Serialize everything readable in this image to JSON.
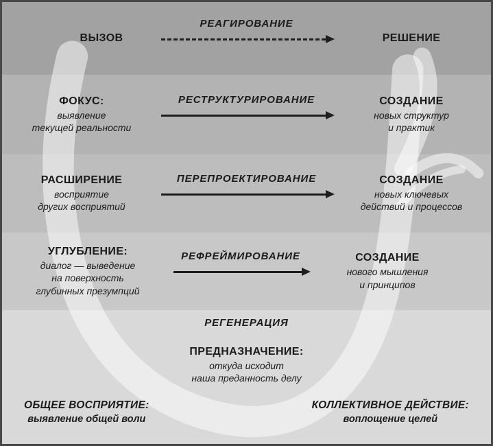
{
  "rows": [
    {
      "left_title": "ВЫЗОВ",
      "arrow_label": "РЕАГИРОВАНИЕ",
      "arrow_style": "dashed",
      "right_title": "РЕШЕНИЕ"
    },
    {
      "left_title": "ФОКУС:",
      "left_sub": "выявление\nтекущей реальности",
      "arrow_label": "РЕСТРУКТУРИРОВАНИЕ",
      "arrow_style": "solid",
      "right_title": "СОЗДАНИЕ",
      "right_sub": "новых структур\nи практик"
    },
    {
      "left_title": "РАСШИРЕНИЕ",
      "left_sub": "восприятие\nдругих восприятий",
      "arrow_label": "ПЕРЕПРОЕКТИРОВАНИЕ",
      "arrow_style": "solid",
      "right_title": "СОЗДАНИЕ",
      "right_sub": "новых ключевых\nдействий и процессов"
    },
    {
      "left_title": "УГЛУБЛЕНИЕ:",
      "left_sub": "диалог — выведение\nна поверхность\nглубинных презумпций",
      "arrow_label": "РЕФРЕЙМИРОВАНИЕ",
      "arrow_style": "solid",
      "right_title": "СОЗДАНИЕ",
      "right_sub": "нового мышления\nи принципов"
    }
  ],
  "bottom": {
    "regeneration_label": "РЕГЕНЕРАЦИЯ",
    "purpose_title": "ПРЕДНАЗНАЧЕНИЕ:",
    "purpose_sub": "откуда исходит\nнаша преданность делу",
    "left_title": "ОБЩЕЕ ВОСПРИЯТИЕ:",
    "left_sub": "выявление общей воли",
    "right_title": "КОЛЛЕКТИВНОЕ ДЕЙСТВИЕ:",
    "right_sub": "воплощение целей"
  },
  "colors": {
    "band_1": "#a2a2a2",
    "band_2": "#b3b3b3",
    "band_3": "#bdbdbd",
    "band_4": "#c8c8c8",
    "band_5": "#d9d9d9",
    "text": "#1b1b1b",
    "border": "#474747",
    "watermark": "#ffffff"
  },
  "watermark": "u-brushstroke"
}
